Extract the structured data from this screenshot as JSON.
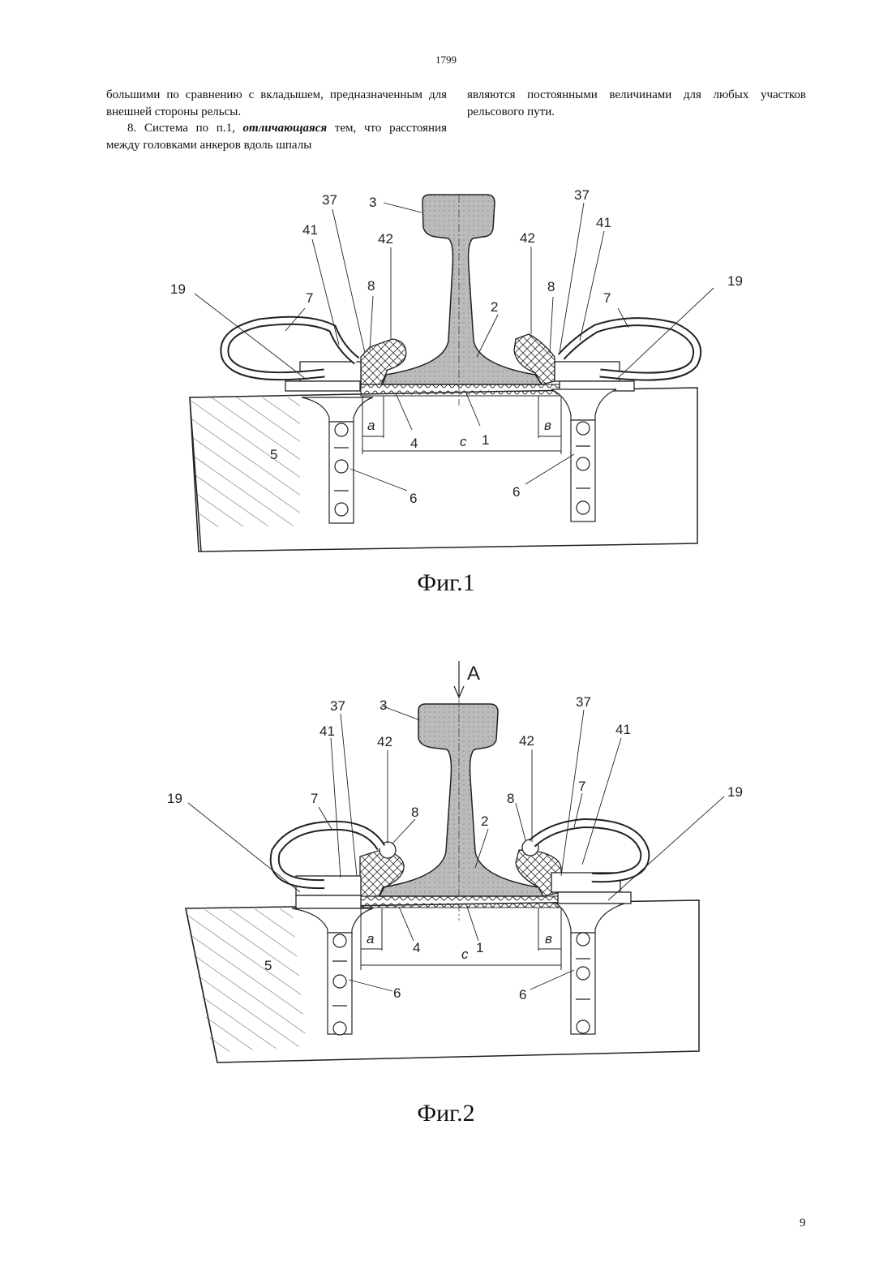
{
  "page": {
    "number_top": "1799",
    "number_bottom": "9"
  },
  "text": {
    "left_para1": "большими по сравнению с вкладышем, предназначенным для внешней стороны рельсы.",
    "left_para2_start": "8. Система по п.1, ",
    "left_para2_emph": "отличающаяся",
    "left_para2_end": " тем, что расстояния между головками анкеров вдоль шпалы",
    "right_para": "являются постоянными величинами для любых участков рельсового пути."
  },
  "figures": [
    {
      "caption": "Фиг.1",
      "labels": {
        "rail_head": "3",
        "rail_foot": "2",
        "pad": "1",
        "insert": "4",
        "sleeper": "5",
        "anchor": "6",
        "clip": "7",
        "insulator": "8",
        "plate": "19",
        "clip_toe": "41",
        "clip_heel": "37",
        "shoulder_insert": "42",
        "dim_a": "a",
        "dim_c": "c",
        "dim_b": "в"
      }
    },
    {
      "caption": "Фиг.2",
      "view_arrow": "A",
      "labels": {
        "rail_head": "3",
        "rail_foot": "2",
        "pad": "1",
        "insert": "4",
        "sleeper": "5",
        "anchor": "6",
        "clip": "7",
        "insulator": "8",
        "plate": "19",
        "clip_toe": "41",
        "clip_heel": "37",
        "shoulder_insert": "42",
        "dim_a": "a",
        "dim_c": "c",
        "dim_b": "в"
      }
    }
  ]
}
